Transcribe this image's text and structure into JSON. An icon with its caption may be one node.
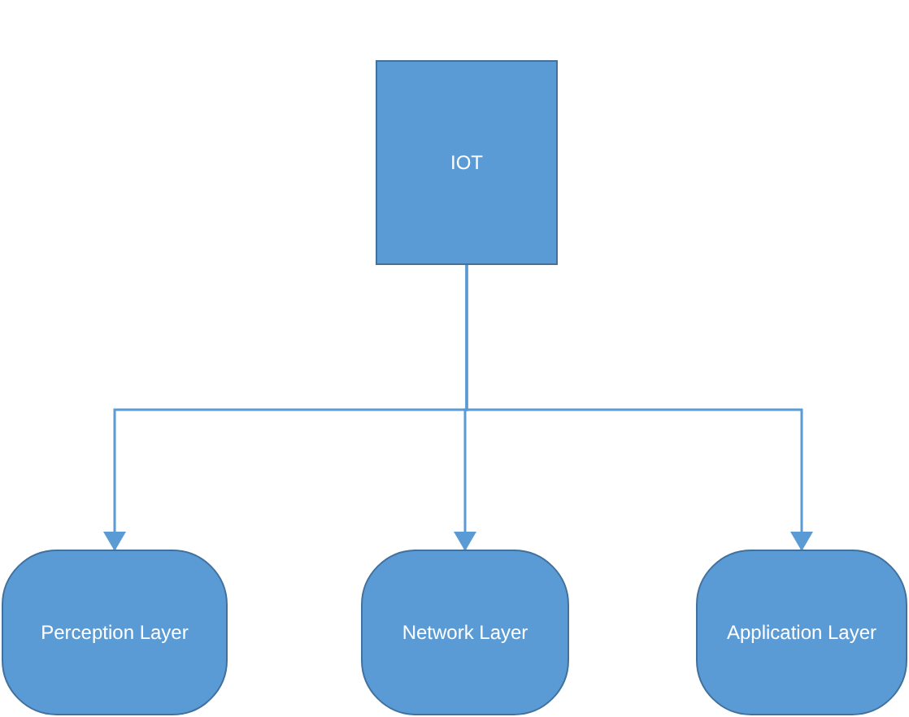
{
  "diagram": {
    "nodes": [
      {
        "text": [
          "IOT"
        ]
      },
      {
        "text": [
          "Perception Layer"
        ]
      },
      {
        "text": [
          "Network Layer"
        ]
      },
      {
        "text": [
          "Application Layer"
        ]
      }
    ],
    "edges": [
      {
        "from": 0,
        "to": 1,
        "arrow": "to"
      },
      {
        "from": 0,
        "to": 2,
        "arrow": "to"
      },
      {
        "from": 0,
        "to": 3,
        "arrow": "to"
      }
    ]
  }
}
